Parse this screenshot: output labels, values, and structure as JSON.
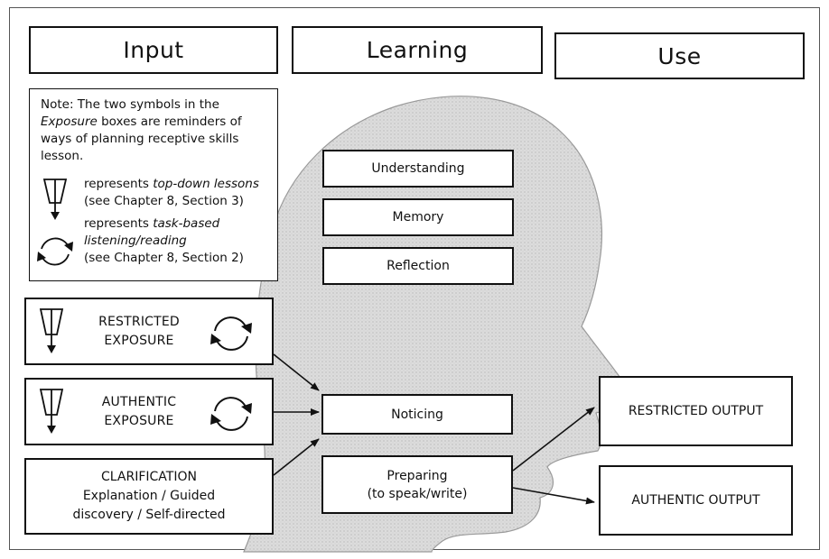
{
  "columns": {
    "input": "Input",
    "learning": "Learning",
    "use": "Use"
  },
  "note": {
    "line1": "Note: The two symbols in the",
    "line2_em": "Exposure",
    "line2_rest": " boxes are reminders of",
    "line3": "ways of planning receptive skills",
    "line4": "lesson.",
    "legend1": {
      "prefix": "represents ",
      "em": "top-down lessons",
      "ref": "(see Chapter 8, Section 3)",
      "icon": "funnel-down-arrow-icon"
    },
    "legend2": {
      "prefix": "represents ",
      "em": "task-based",
      "em2": "listening/reading",
      "ref": "(see Chapter 8, Section 2)",
      "icon": "cycle-arrows-icon"
    }
  },
  "input_boxes": {
    "restricted_exposure": {
      "line1": "RESTRICTED",
      "line2": "EXPOSURE"
    },
    "authentic_exposure": {
      "line1": "AUTHENTIC",
      "line2": "EXPOSURE"
    },
    "clarification": {
      "line1": "CLARIFICATION",
      "line2": "Explanation / Guided",
      "line3": "discovery / Self-directed"
    }
  },
  "learning_boxes": {
    "understanding": "Understanding",
    "memory": "Memory",
    "reflection": "Reflection",
    "noticing": "Noticing",
    "preparing_line1": "Preparing",
    "preparing_line2": "(to speak/write)"
  },
  "use_boxes": {
    "restricted_output": "RESTRICTED OUTPUT",
    "authentic_output": "AUTHENTIC OUTPUT"
  },
  "colors": {
    "line": "#111111",
    "head_fill": "#d9d9d9",
    "head_edge": "#9a9a9a"
  }
}
